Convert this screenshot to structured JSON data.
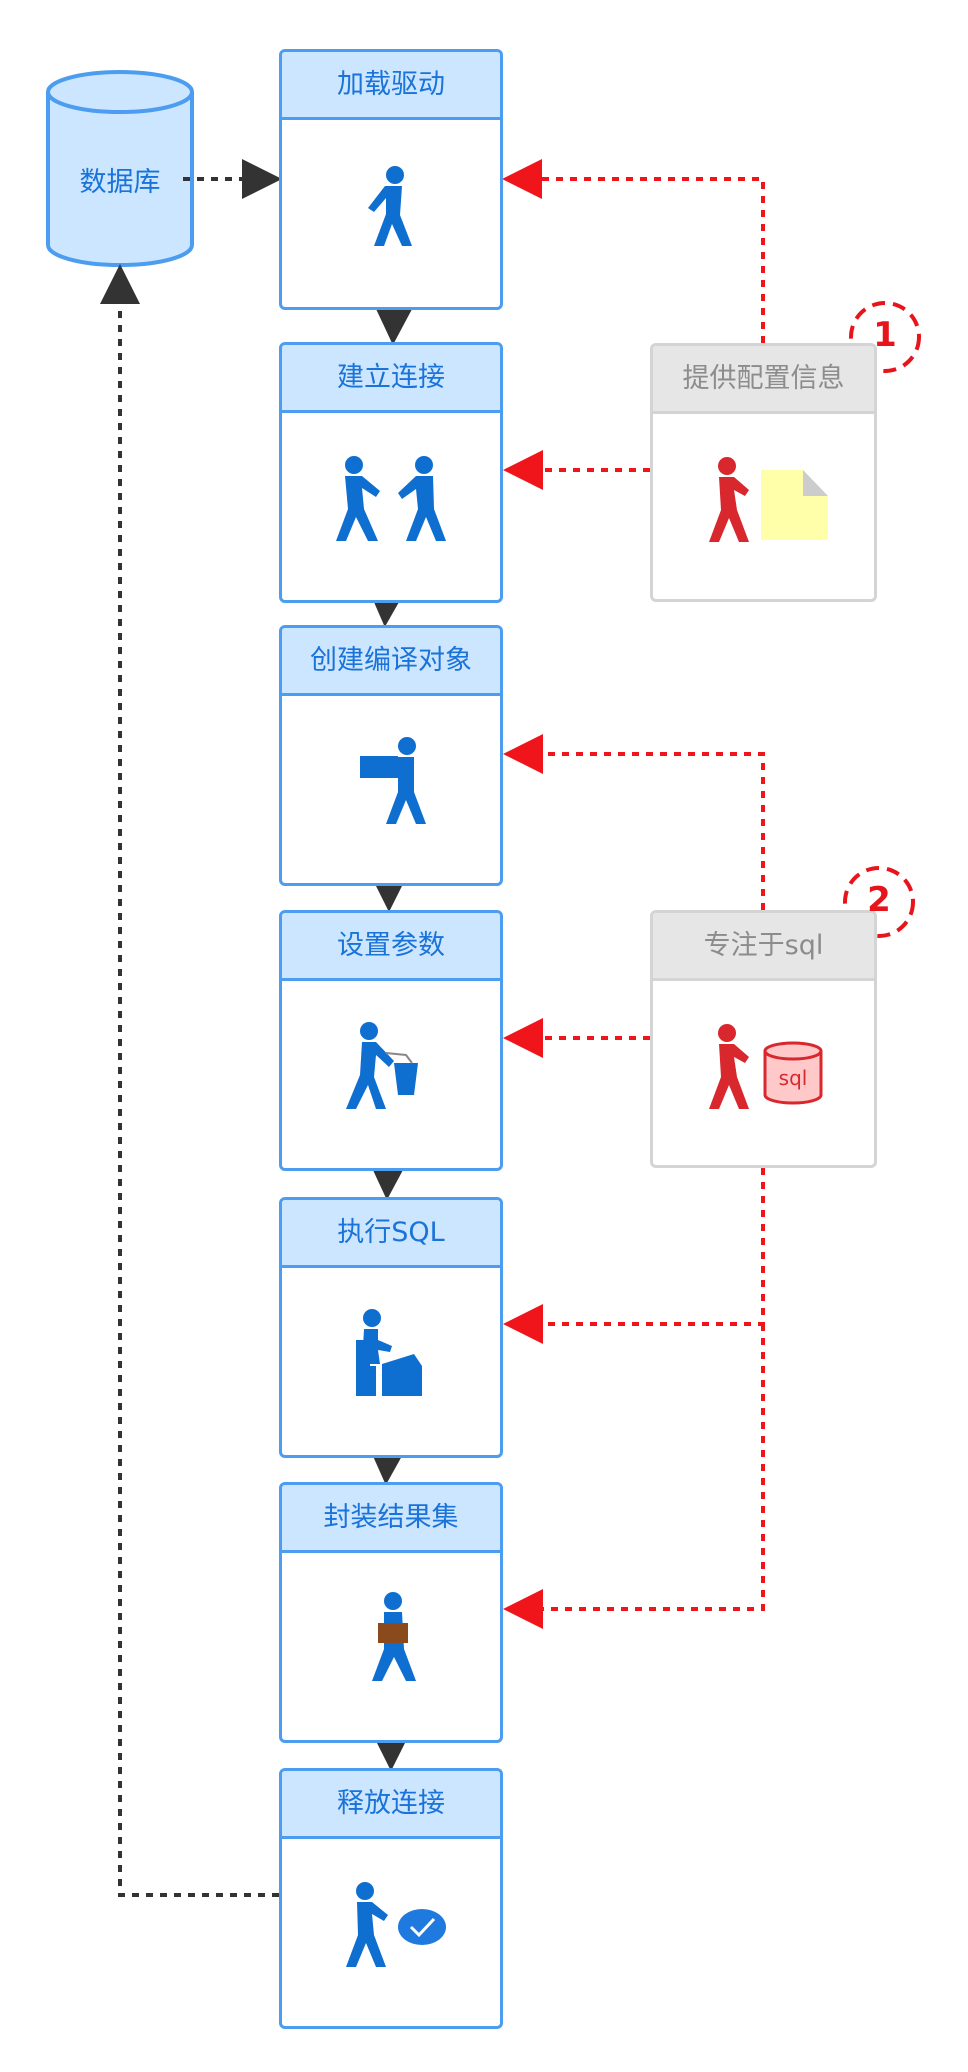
{
  "database": {
    "label": "数据库"
  },
  "steps": [
    {
      "title": "加载驱动"
    },
    {
      "title": "建立连接"
    },
    {
      "title": "创建编译对象"
    },
    {
      "title": "设置参数"
    },
    {
      "title": "执行SQL"
    },
    {
      "title": "封装结果集"
    },
    {
      "title": "释放连接"
    }
  ],
  "side_boxes": [
    {
      "title": "提供配置信息",
      "marker": "1"
    },
    {
      "title": "专注于sql",
      "marker": "2",
      "icon_text": "sql"
    }
  ],
  "colors": {
    "step_border": "#4c9df0",
    "step_header": "#cce6ff",
    "step_text": "#1a73d9",
    "icon_blue": "#0f6fd1",
    "icon_red": "#d8282e",
    "red_arrow": "#f0151b",
    "dark_arrow": "#333333",
    "side_border": "#d4d4d4",
    "side_header": "#e6e6e6",
    "side_text": "#8c8c8c"
  },
  "icons": {
    "step_icons": [
      "walking-person-icon",
      "two-people-meeting-icon",
      "person-carrying-box-icon",
      "person-filling-bin-icon",
      "person-at-desk-icon",
      "person-holding-package-icon",
      "person-with-checkmark-icon"
    ],
    "side_icons": [
      "red-person-with-document-icon",
      "red-person-with-sql-database-icon"
    ]
  }
}
